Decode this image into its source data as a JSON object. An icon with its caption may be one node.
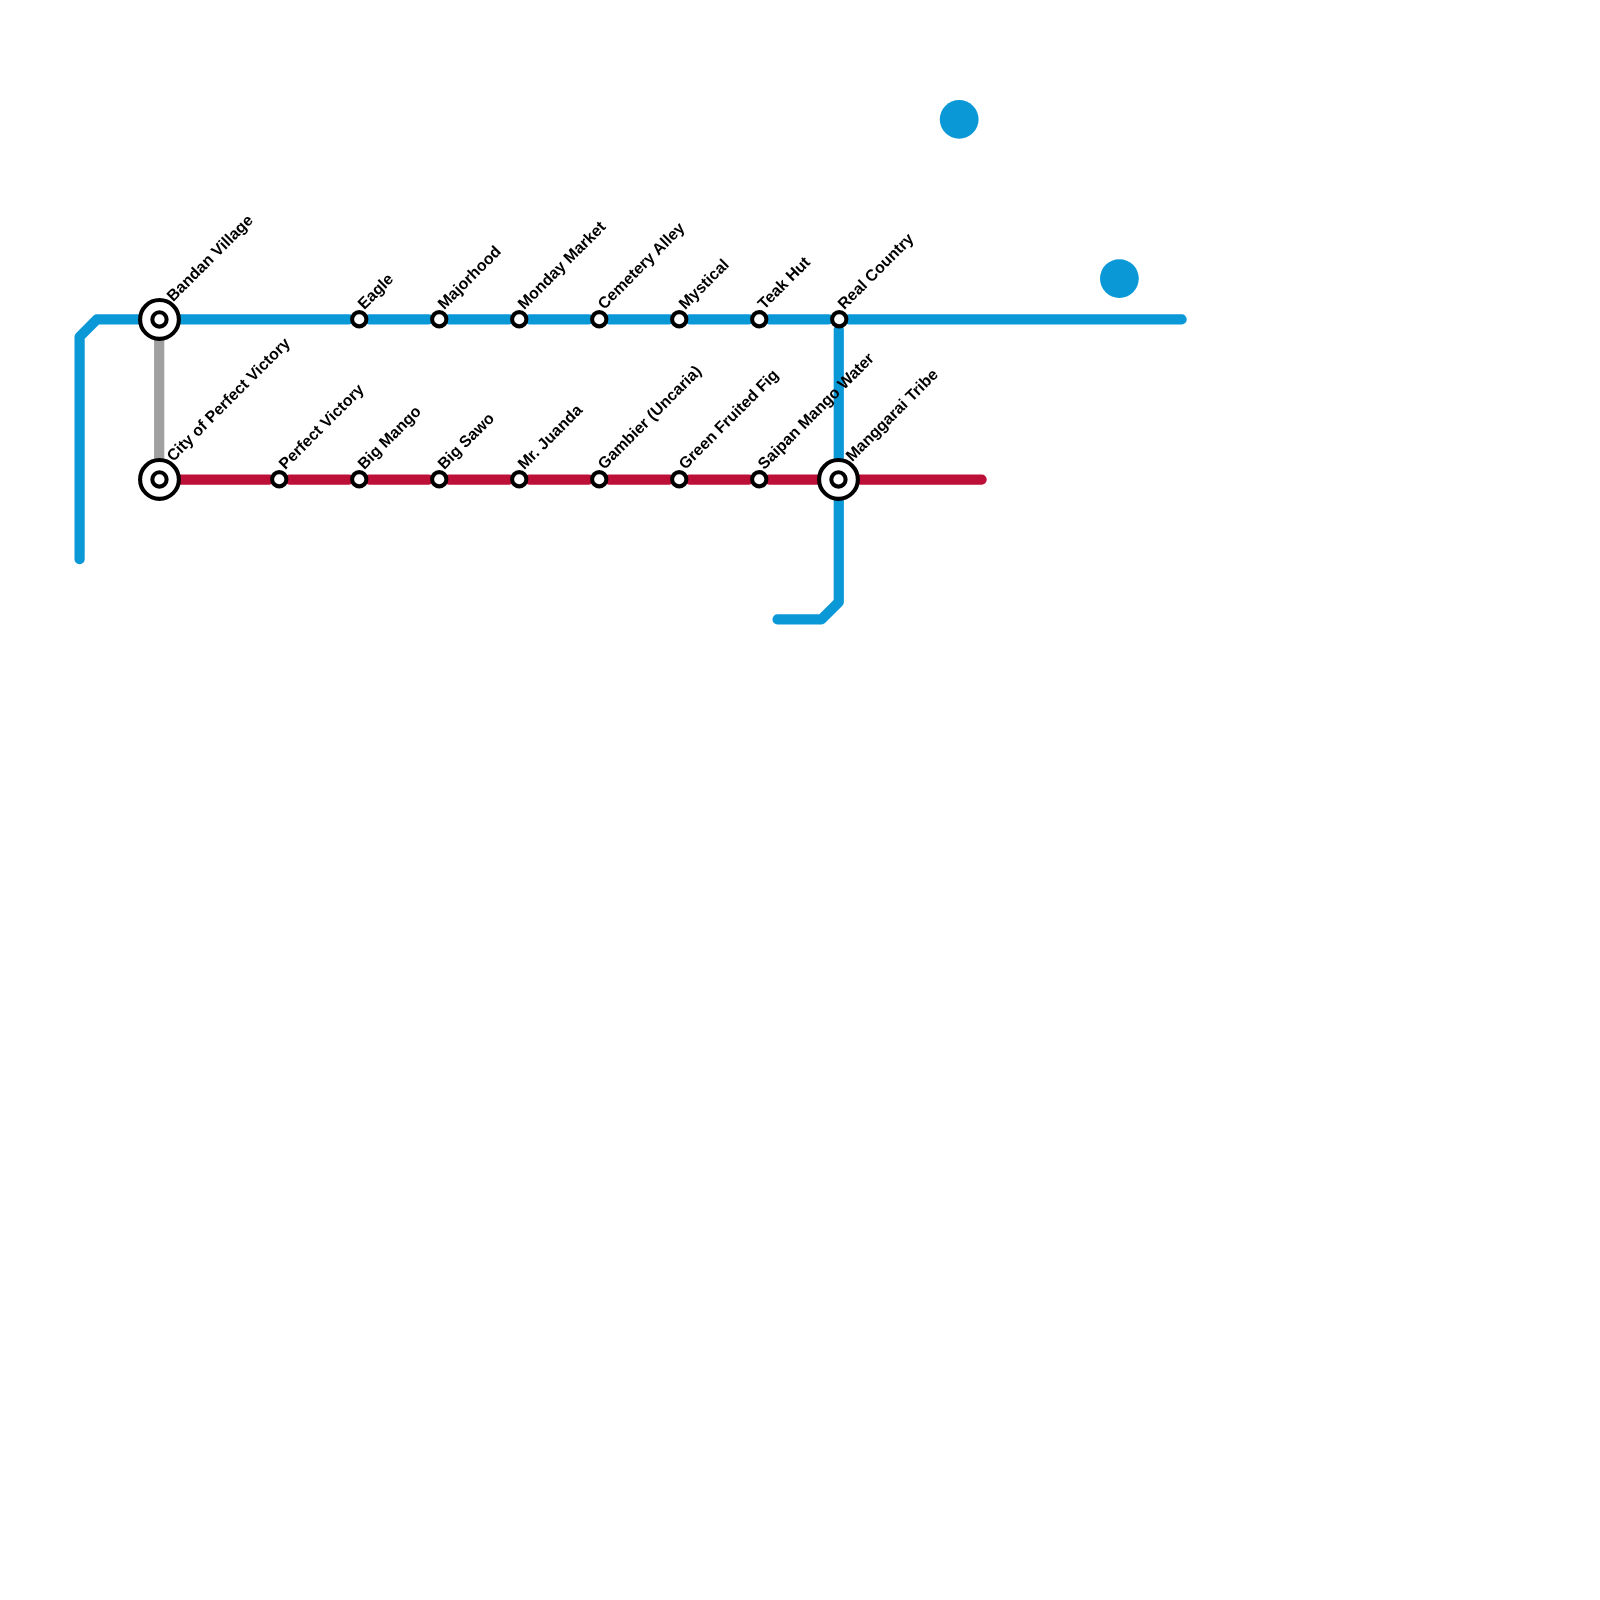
{
  "diagram": {
    "nodes": [
      {
        "text": [
          "Bandan Village"
        ]
      },
      {
        "text": [
          "Eagle"
        ]
      },
      {
        "text": [
          "Majorhood"
        ]
      },
      {
        "text": [
          "Monday Market"
        ]
      },
      {
        "text": [
          "Cemetery Alley"
        ]
      },
      {
        "text": [
          "Mystical"
        ]
      },
      {
        "text": [
          "Teak Hut"
        ]
      },
      {
        "text": [
          "Real Country"
        ]
      },
      {
        "text": [
          "City of Perfect Victory"
        ]
      },
      {
        "text": [
          "Perfect Victory"
        ]
      },
      {
        "text": [
          "Big Mango"
        ]
      },
      {
        "text": [
          "Big Sawo"
        ]
      },
      {
        "text": [
          "Mr. Juanda"
        ]
      },
      {
        "text": [
          "Gambier (Uncaria)"
        ]
      },
      {
        "text": [
          "Green Fruited Fig"
        ]
      },
      {
        "text": [
          "Saipan Mango Water"
        ]
      },
      {
        "text": [
          "Manggarai Tribe"
        ]
      }
    ],
    "edges": [
      {
        "from": null,
        "to": 0,
        "arrow": "none"
      },
      {
        "from": 0,
        "to": 1,
        "arrow": "none"
      },
      {
        "from": 1,
        "to": 2,
        "arrow": "none"
      },
      {
        "from": 2,
        "to": 3,
        "arrow": "none"
      },
      {
        "from": 3,
        "to": 4,
        "arrow": "none"
      },
      {
        "from": 4,
        "to": 5,
        "arrow": "none"
      },
      {
        "from": 5,
        "to": 6,
        "arrow": "none"
      },
      {
        "from": 6,
        "to": 7,
        "arrow": "none"
      },
      {
        "from": 7,
        "to": null,
        "arrow": "none"
      },
      {
        "from": 7,
        "to": 16,
        "arrow": "none"
      },
      {
        "from": 16,
        "to": null,
        "arrow": "none"
      },
      {
        "from": 0,
        "to": 8,
        "arrow": "none",
        "color": "#a0a0a0"
      },
      {
        "from": 8,
        "to": 9,
        "arrow": "none",
        "color": "#bd1038"
      },
      {
        "from": 9,
        "to": 10,
        "arrow": "none",
        "color": "#bd1038"
      },
      {
        "from": 10,
        "to": 11,
        "arrow": "none",
        "color": "#bd1038"
      },
      {
        "from": 11,
        "to": 12,
        "arrow": "none",
        "color": "#bd1038"
      },
      {
        "from": 12,
        "to": 13,
        "arrow": "none",
        "color": "#bd1038"
      },
      {
        "from": 13,
        "to": 14,
        "arrow": "none",
        "color": "#bd1038"
      },
      {
        "from": 14,
        "to": 15,
        "arrow": "none",
        "color": "#bd1038"
      },
      {
        "from": 15,
        "to": 16,
        "arrow": "none",
        "color": "#bd1038"
      },
      {
        "from": 16,
        "to": null,
        "arrow": "none",
        "color": "#bd1038"
      }
    ]
  }
}
